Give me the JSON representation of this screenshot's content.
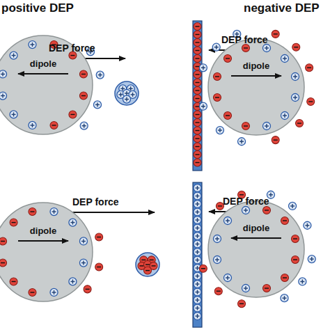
{
  "diagram": {
    "nodes": [
      {
        "text": [
          "dipole"
        ]
      },
      {
        "text": [
          "dipole"
        ]
      },
      {
        "text": [
          "dipole"
        ]
      },
      {
        "text": [
          "dipole"
        ]
      }
    ],
    "labels": [
      "positive DEP",
      "negative DEP",
      "DEP force",
      "DEP force",
      "DEP force",
      "DEP force"
    ]
  }
}
